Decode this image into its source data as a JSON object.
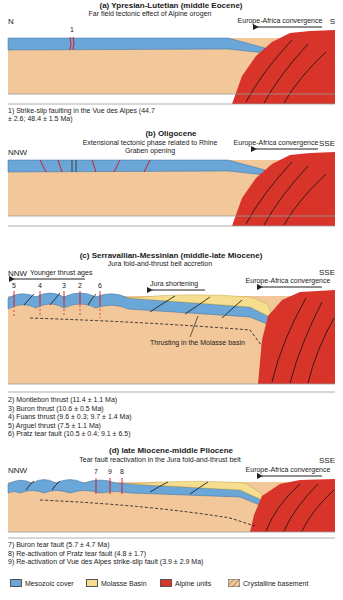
{
  "diagram": {
    "labels": [
      "(a) Ypresian-Lutetian (middle Eocene)",
      "Far field tectonic effect of Alpine orogen",
      "N",
      "S",
      "1",
      "Europe-Africa convergence",
      "1) Strike-slip faulting in the Vue des Alpes (44.7 ± 2.6; 48.4 ± 1.5 Ma)",
      "(b) Oligocene",
      "Extensional tectonic phase related to Rhine Graben opening",
      "NNW",
      "SSE",
      "Europe-Africa convergence",
      "(c) Serravallian-Messinian (middle-late Miocene)",
      "Jura fold-and-thrust belt accretion",
      "NNW",
      "SSE",
      "Younger thrust ages",
      "Jura shortening",
      "Europe-Africa convergence",
      "5",
      "4",
      "3",
      "2",
      "6",
      "Thrusting in the Molasse basin",
      "2) Montlebon thrust (11.4 ± 1.1 Ma)",
      "3) Buron thrust (10.6 ± 0.5 Ma)",
      "4) Fuans thrust (9.6 ± 0.3; 9.7 ± 1.4 Ma)",
      "5) Arguel thrust (7.5 ± 1.1 Ma)",
      "6) Pratz tear fault (10.5 ± 0.4; 9.1 ± 6.5)",
      "(d) late Miocene-middle Pliocene",
      "Tear fault reactivation in the Jura fold-and-thrust belt",
      "NNW",
      "SSE",
      "7",
      "9",
      "8",
      "Europe-Africa convergence",
      "7) Buron tear fault (5.7 ± 4.7 Ma)",
      "8) Re-activation of Pratz tear fault (4.8 ± 1.7)",
      "9) Re-activation of Vue des Alpes strike-slip fault (3.9 ± 2.9 Ma)"
    ],
    "legend": [
      {
        "text": "Mesozoic cover",
        "color": "#6aa6d8"
      },
      {
        "text": "Molasse Basin",
        "color": "#f6dd8f"
      },
      {
        "text": "Alpine units",
        "color": "#d8342a"
      },
      {
        "text": "Crystalline basement"
      }
    ]
  }
}
